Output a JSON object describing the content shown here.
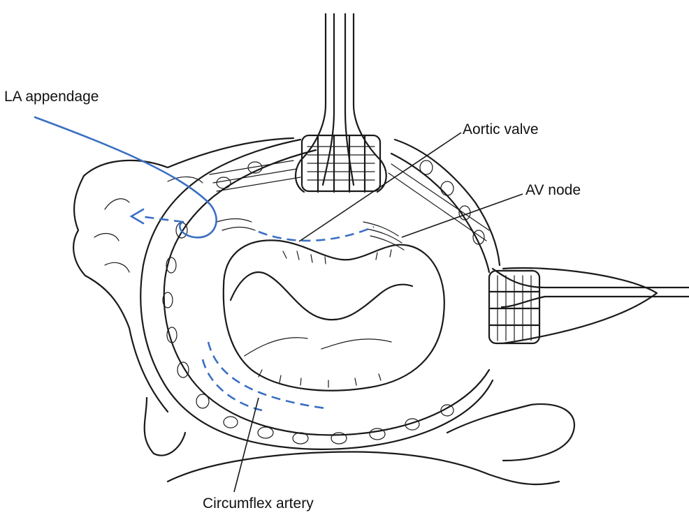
{
  "labels": {
    "la_appendage": "LA appendage",
    "aortic_valve": "Aortic valve",
    "av_node": "AV node",
    "circumflex_artery": "Circumflex artery"
  },
  "colors": {
    "line_art": "#1a1a1a",
    "annotation_blue": "#3a6fc4",
    "background": "#ffffff"
  }
}
